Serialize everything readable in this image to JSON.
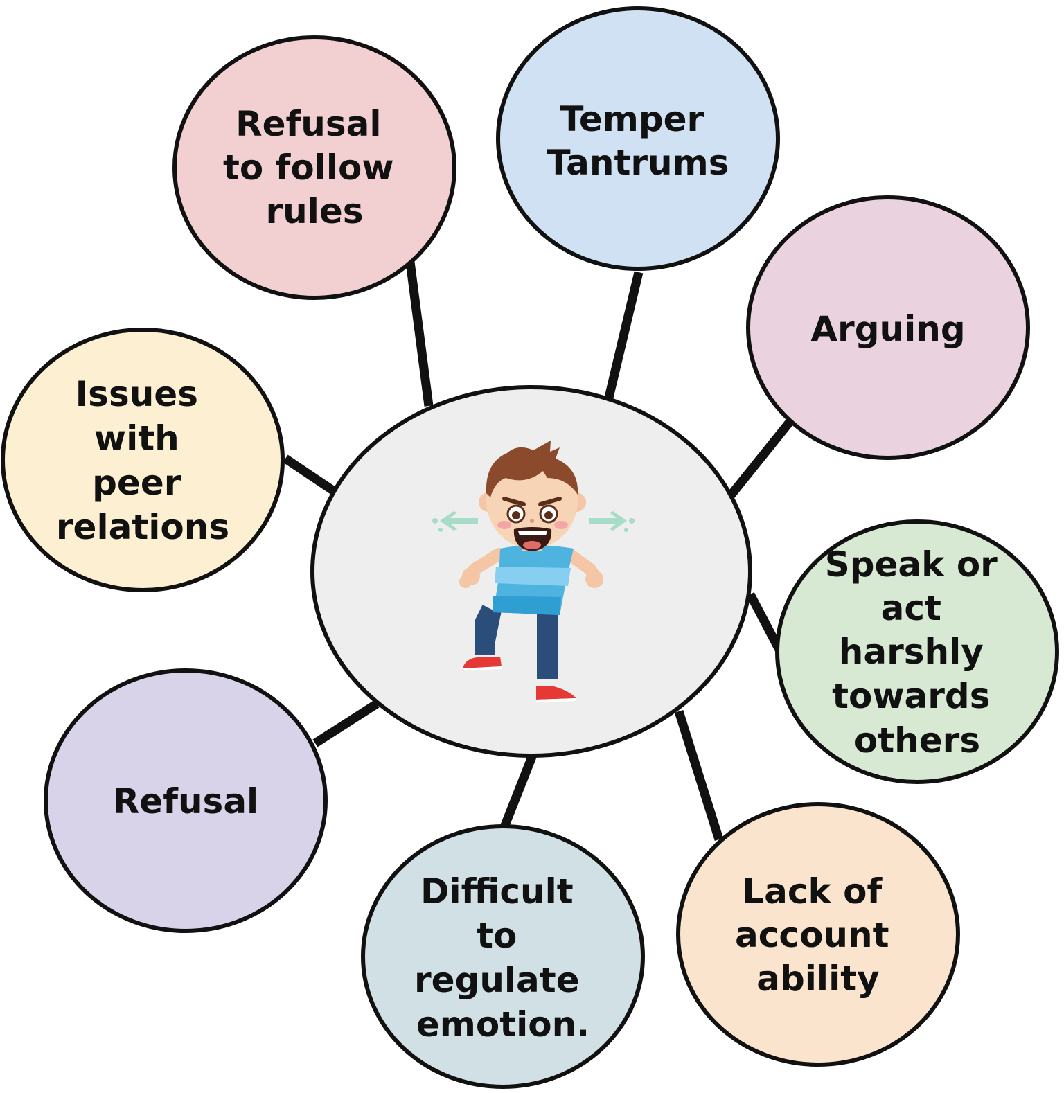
{
  "diagram": {
    "center": {
      "illustration": "angry-child-stomping",
      "fill": "#eeeeee"
    },
    "nodes": [
      {
        "id": "refusal-rules",
        "lines": [
          "Refusal",
          "to follow",
          "rules"
        ],
        "fill": "#f2cfd0"
      },
      {
        "id": "temper-tantrums",
        "lines": [
          "Temper",
          "Tantrums"
        ],
        "fill": "#cfe1f2"
      },
      {
        "id": "arguing",
        "lines": [
          "Arguing"
        ],
        "fill": "#ead3de"
      },
      {
        "id": "issues-peer",
        "lines": [
          "Issues",
          "with",
          "peer",
          "relations"
        ],
        "fill": "#fdf0d2"
      },
      {
        "id": "speak-act",
        "lines": [
          "Speak or",
          "act",
          "harshly",
          "towards",
          "others"
        ],
        "fill": "#d8e9d3"
      },
      {
        "id": "refusal",
        "lines": [
          "Refusal"
        ],
        "fill": "#d8d3e9"
      },
      {
        "id": "regulate",
        "lines": [
          "Difficult",
          "to",
          "regulate",
          "emotion."
        ],
        "fill": "#d0e0e4"
      },
      {
        "id": "accountability",
        "lines": [
          "Lack of",
          "account",
          "ability"
        ],
        "fill": "#fae4cd"
      }
    ],
    "outline_color": "#111111"
  }
}
